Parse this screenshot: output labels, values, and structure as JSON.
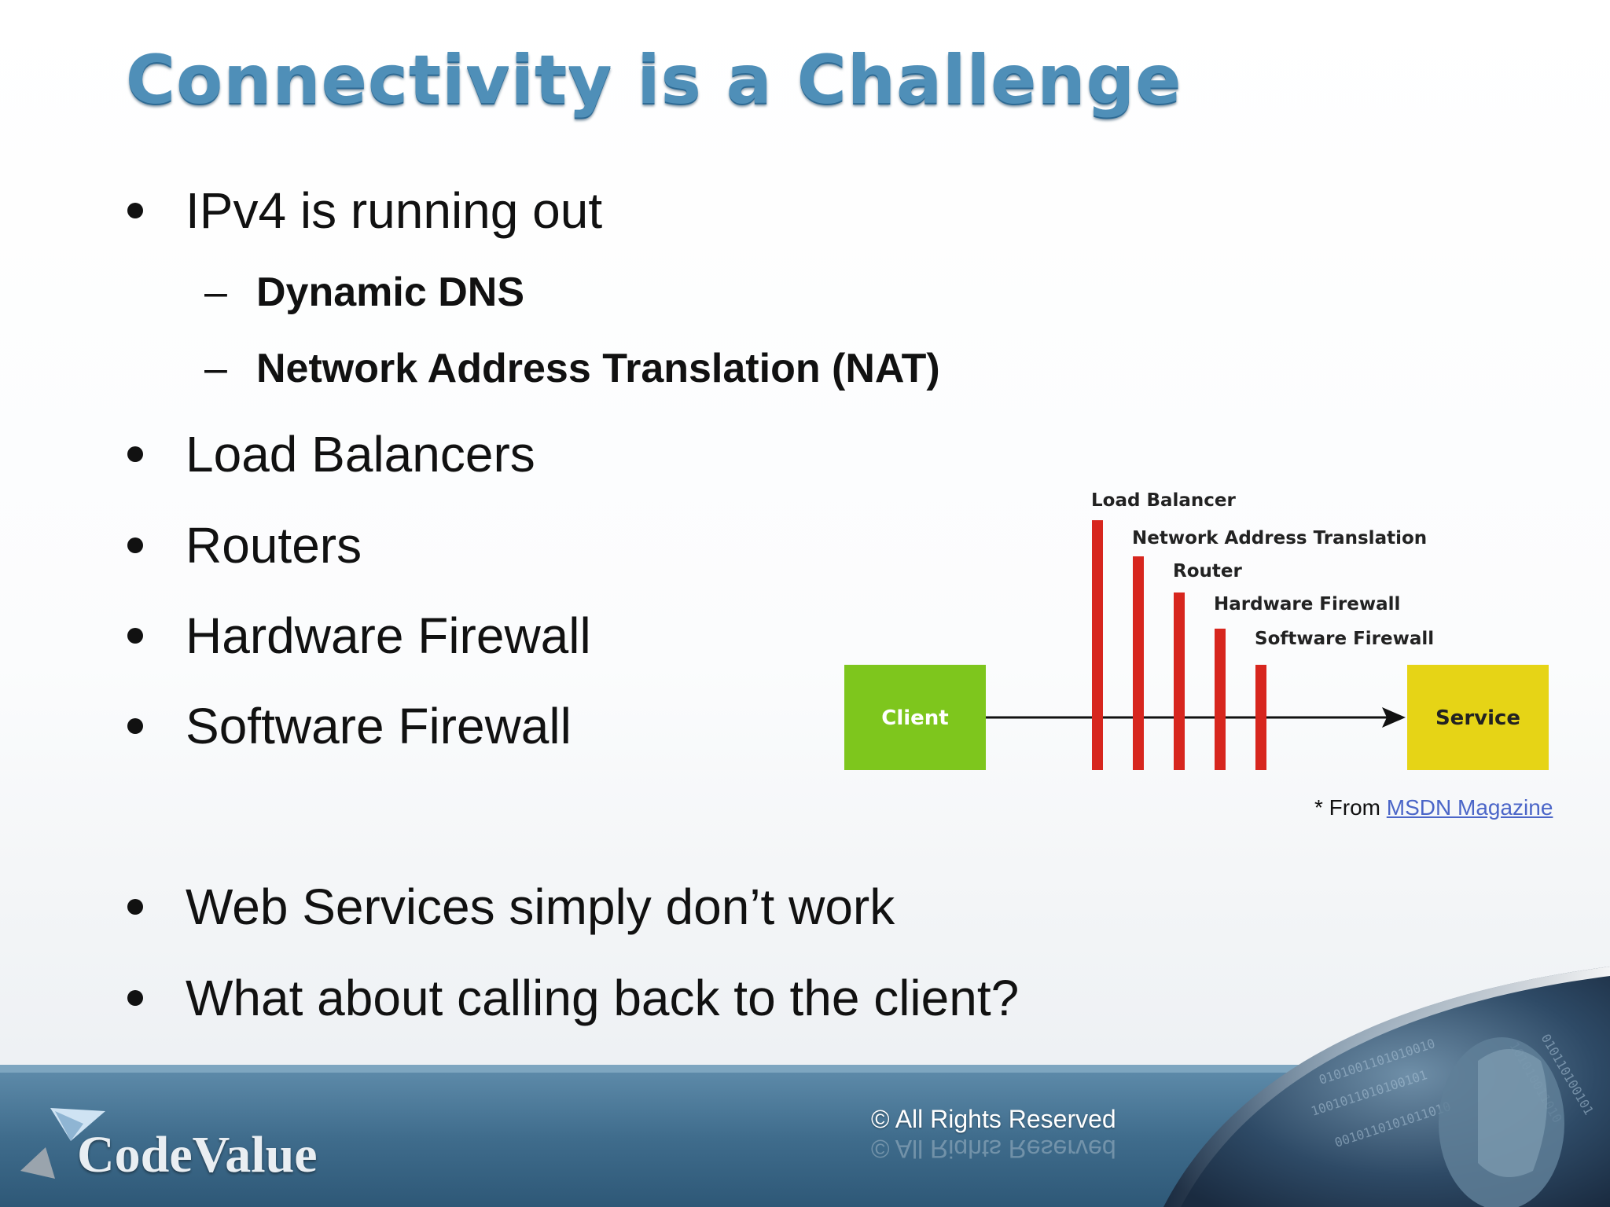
{
  "title": "Connectivity is a Challenge",
  "bullets": [
    {
      "text": "IPv4 is running out"
    },
    {
      "text": "Load Balancers"
    },
    {
      "text": "Routers"
    },
    {
      "text": "Hardware Firewall"
    },
    {
      "text": "Software Firewall"
    },
    {
      "text": "Web Services simply don’t work"
    },
    {
      "text": "What about calling back to the client?"
    }
  ],
  "sub_bullets": [
    {
      "dash": "–",
      "text": "Dynamic DNS"
    },
    {
      "dash": "–",
      "text": "Network Address Translation (NAT)"
    }
  ],
  "diagram": {
    "client_label": "Client",
    "service_label": "Service",
    "barriers": [
      "Load Balancer",
      "Network Address Translation",
      "Router",
      "Hardware Firewall",
      "Software Firewall"
    ],
    "colors": {
      "client": "#7ec61d",
      "service": "#e6d416",
      "barrier": "#d7261e",
      "arrow": "#111111"
    }
  },
  "citation": {
    "prefix": "* From ",
    "link_text": "MSDN Magazine"
  },
  "footer": {
    "rights": "© All Rights Reserved",
    "brand": "CodeValue"
  },
  "colors": {
    "title": "#4f8fb8",
    "footer_band": "#4a7898",
    "link": "#4b66c8"
  }
}
